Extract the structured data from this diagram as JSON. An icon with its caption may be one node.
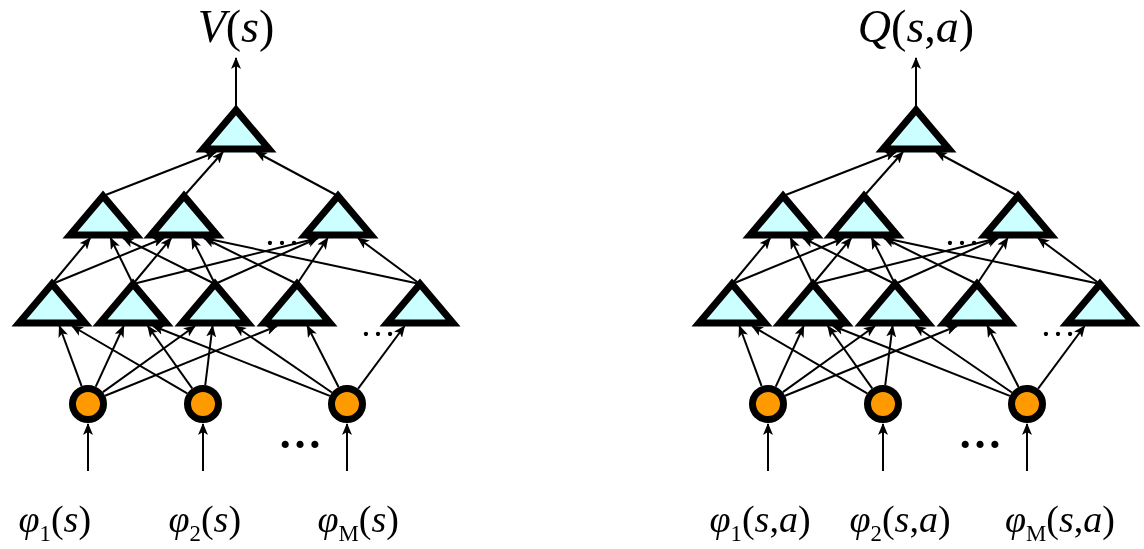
{
  "diagram": {
    "nodes": [
      {
        "text": [
          "*V*(*s*)"
        ]
      },
      {
        "text": [],
        "shape": "triangle"
      },
      {
        "text": [],
        "shape": "triangle"
      },
      {
        "text": [],
        "shape": "triangle"
      },
      {
        "text": [],
        "shape": "triangle"
      },
      {
        "text": [],
        "shape": "triangle"
      },
      {
        "text": [],
        "shape": "triangle"
      },
      {
        "text": [],
        "shape": "triangle"
      },
      {
        "text": [],
        "shape": "triangle"
      },
      {
        "text": [],
        "shape": "triangle"
      },
      {
        "text": [],
        "shape": "circle"
      },
      {
        "text": [],
        "shape": "circle"
      },
      {
        "text": [],
        "shape": "circle"
      },
      {
        "text": [
          "*Q*(*s*,*a*)"
        ]
      },
      {
        "text": [],
        "shape": "triangle"
      },
      {
        "text": [],
        "shape": "triangle"
      },
      {
        "text": [],
        "shape": "triangle"
      },
      {
        "text": [],
        "shape": "triangle"
      },
      {
        "text": [],
        "shape": "triangle"
      },
      {
        "text": [],
        "shape": "triangle"
      },
      {
        "text": [],
        "shape": "triangle"
      },
      {
        "text": [],
        "shape": "triangle"
      },
      {
        "text": [],
        "shape": "triangle"
      },
      {
        "text": [],
        "shape": "circle"
      },
      {
        "text": [],
        "shape": "circle"
      },
      {
        "text": [],
        "shape": "circle"
      }
    ],
    "edges": [
      {
        "from": 10,
        "to": 5,
        "arrow": "to"
      },
      {
        "from": 10,
        "to": 6,
        "arrow": "to"
      },
      {
        "from": 10,
        "to": 7,
        "arrow": "to"
      },
      {
        "from": 10,
        "to": 8,
        "arrow": "to"
      },
      {
        "from": 11,
        "to": 5,
        "arrow": "to"
      },
      {
        "from": 11,
        "to": 6,
        "arrow": "to"
      },
      {
        "from": 11,
        "to": 7,
        "arrow": "to"
      },
      {
        "from": 12,
        "to": 6,
        "arrow": "to"
      },
      {
        "from": 12,
        "to": 7,
        "arrow": "to"
      },
      {
        "from": 12,
        "to": 8,
        "arrow": "to"
      },
      {
        "from": 12,
        "to": 9,
        "arrow": "to"
      },
      {
        "from": 5,
        "to": 2,
        "arrow": "to"
      },
      {
        "from": 5,
        "to": 3,
        "arrow": "to"
      },
      {
        "from": 6,
        "to": 2,
        "arrow": "to"
      },
      {
        "from": 6,
        "to": 3,
        "arrow": "to"
      },
      {
        "from": 6,
        "to": 4,
        "arrow": "to"
      },
      {
        "from": 7,
        "to": 2,
        "arrow": "to"
      },
      {
        "from": 7,
        "to": 3,
        "arrow": "to"
      },
      {
        "from": 7,
        "to": 4,
        "arrow": "to"
      },
      {
        "from": 8,
        "to": 3,
        "arrow": "to"
      },
      {
        "from": 8,
        "to": 4,
        "arrow": "to"
      },
      {
        "from": 9,
        "to": 3,
        "arrow": "to"
      },
      {
        "from": 9,
        "to": 4,
        "arrow": "to"
      },
      {
        "from": 2,
        "to": 1,
        "arrow": "to"
      },
      {
        "from": 3,
        "to": 1,
        "arrow": "to"
      },
      {
        "from": 4,
        "to": 1,
        "arrow": "to"
      },
      {
        "from": 1,
        "to": 0,
        "arrow": "to"
      },
      {
        "from": null,
        "to": 10,
        "arrow": "to"
      },
      {
        "from": null,
        "to": 11,
        "arrow": "to"
      },
      {
        "from": null,
        "to": 12,
        "arrow": "to"
      },
      {
        "from": 23,
        "to": 18,
        "arrow": "to"
      },
      {
        "from": 23,
        "to": 19,
        "arrow": "to"
      },
      {
        "from": 23,
        "to": 20,
        "arrow": "to"
      },
      {
        "from": 23,
        "to": 21,
        "arrow": "to"
      },
      {
        "from": 24,
        "to": 18,
        "arrow": "to"
      },
      {
        "from": 24,
        "to": 19,
        "arrow": "to"
      },
      {
        "from": 24,
        "to": 20,
        "arrow": "to"
      },
      {
        "from": 25,
        "to": 19,
        "arrow": "to"
      },
      {
        "from": 25,
        "to": 20,
        "arrow": "to"
      },
      {
        "from": 25,
        "to": 21,
        "arrow": "to"
      },
      {
        "from": 25,
        "to": 22,
        "arrow": "to"
      },
      {
        "from": 18,
        "to": 15,
        "arrow": "to"
      },
      {
        "from": 18,
        "to": 16,
        "arrow": "to"
      },
      {
        "from": 19,
        "to": 15,
        "arrow": "to"
      },
      {
        "from": 19,
        "to": 16,
        "arrow": "to"
      },
      {
        "from": 19,
        "to": 17,
        "arrow": "to"
      },
      {
        "from": 20,
        "to": 15,
        "arrow": "to"
      },
      {
        "from": 20,
        "to": 16,
        "arrow": "to"
      },
      {
        "from": 20,
        "to": 17,
        "arrow": "to"
      },
      {
        "from": 21,
        "to": 16,
        "arrow": "to"
      },
      {
        "from": 21,
        "to": 17,
        "arrow": "to"
      },
      {
        "from": 22,
        "to": 16,
        "arrow": "to"
      },
      {
        "from": 22,
        "to": 17,
        "arrow": "to"
      },
      {
        "from": 15,
        "to": 14,
        "arrow": "to"
      },
      {
        "from": 16,
        "to": 14,
        "arrow": "to"
      },
      {
        "from": 17,
        "to": 14,
        "arrow": "to"
      },
      {
        "from": 14,
        "to": 13,
        "arrow": "to"
      },
      {
        "from": null,
        "to": 23,
        "arrow": "to"
      },
      {
        "from": null,
        "to": 24,
        "arrow": "to"
      },
      {
        "from": null,
        "to": 25,
        "arrow": "to"
      }
    ],
    "labels": [
      "…",
      "…",
      "…",
      "…",
      "…",
      "…",
      "*φ*$_{1}$(*s*)",
      "*φ*$_{2}$(*s*)",
      "*φ*$_{M}$(*s*)",
      "*φ*$_{1}$(*s*,*a*)",
      "*φ*$_{2}$(*s*,*a*)",
      "*φ*$_{M}$(*s*,*a*)"
    ]
  }
}
